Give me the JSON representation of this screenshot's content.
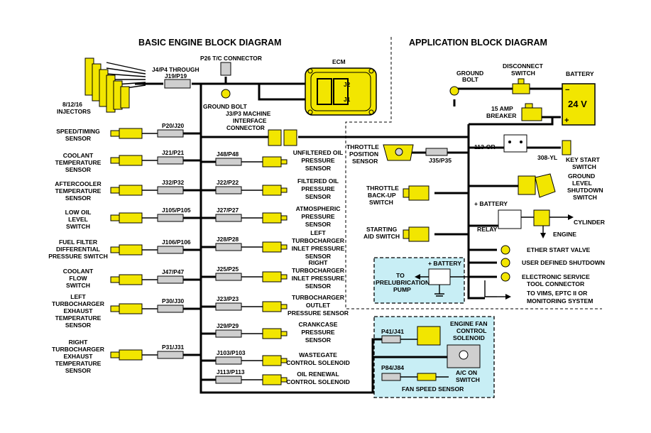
{
  "titles": {
    "basic": "BASIC ENGINE BLOCK DIAGRAM",
    "application": "APPLICATION BLOCK DIAGRAM"
  },
  "top": {
    "p26": "P26 T/C CONNECTOR",
    "ecm": "ECM",
    "j2": "J2",
    "j1": "J1",
    "j4p4_1": "J4/P4 THROUGH",
    "j4p4_2": "J19/P19",
    "ground_bolt_1": "GROUND BOLT",
    "j3p3_1": "J3/P3 MACHINE",
    "j3p3_2": "INTERFACE",
    "j3p3_3": "CONNECTOR",
    "injectors_1": "8/12/16",
    "injectors_2": "INJECTORS"
  },
  "left_sensors": [
    {
      "lines": [
        "SPEED/TIMING",
        "SENSOR"
      ],
      "conn": "P20/J20"
    },
    {
      "lines": [
        "COOLANT",
        "TEMPERATURE",
        "SENSOR"
      ],
      "conn": "J21/P21"
    },
    {
      "lines": [
        "AFTERCOOLER",
        "TEMPERATURE",
        "SENSOR"
      ],
      "conn": "J32/P32"
    },
    {
      "lines": [
        "LOW OIL",
        "LEVEL",
        "SWITCH"
      ],
      "conn": "J105/P105"
    },
    {
      "lines": [
        "FUEL FILTER",
        "DIFFERENTIAL",
        "PRESSURE SWITCH"
      ],
      "conn": "J106/P106"
    },
    {
      "lines": [
        "COOLANT",
        "FLOW",
        "SWITCH"
      ],
      "conn": "J47/P47"
    },
    {
      "lines": [
        "LEFT",
        "TURBOCHARGER",
        "EXHAUST",
        "TEMPERATURE",
        "SENSOR"
      ],
      "conn": "P30/J30"
    },
    {
      "lines": [
        "RIGHT",
        "TURBOCHARGER",
        "EXHAUST",
        "TEMPERATURE",
        "SENSOR"
      ],
      "conn": "P31/J31"
    }
  ],
  "right_sensors": [
    {
      "conn": "J48/P48",
      "lines": [
        "UNFILTERED OIL",
        "PRESSURE",
        "SENSOR"
      ]
    },
    {
      "conn": "J22/P22",
      "lines": [
        "FILTERED OIL",
        "PRESSURE",
        "SENSOR"
      ]
    },
    {
      "conn": "J27/P27",
      "lines": [
        "ATMOSPHERIC",
        "PRESSURE",
        "SENSOR"
      ]
    },
    {
      "conn": "J28/P28",
      "lines": [
        "LEFT",
        "TURBOCHARGER",
        "INLET PRESSURE",
        "SENSOR"
      ]
    },
    {
      "conn": "J25/P25",
      "lines": [
        "RIGHT",
        "TURBOCHARGER",
        "INLET PRESSURE",
        "SENSOR"
      ]
    },
    {
      "conn": "J23/P23",
      "lines": [
        "TURBOCHARGER",
        "OUTLET",
        "PRESSURE SENSOR"
      ]
    },
    {
      "conn": "J29/P29",
      "lines": [
        "CRANKCASE",
        "PRESSURE",
        "SENSOR"
      ]
    },
    {
      "conn": "J103/P103",
      "lines": [
        "WASTEGATE",
        "CONTROL SOLENOID"
      ]
    },
    {
      "conn": "J113/P113",
      "lines": [
        "OIL RENEWAL",
        "CONTROL SOLENOID"
      ]
    }
  ],
  "app": {
    "ground_bolt_1": "GROUND",
    "ground_bolt_2": "BOLT",
    "disconnect_1": "DISCONNECT",
    "disconnect_2": "SWITCH",
    "battery": "BATTERY",
    "battery_voltage": "24 V",
    "minus": "−",
    "plus": "+",
    "breaker_1": "15 AMP",
    "breaker_2": "BREAKER",
    "throttle_pos_1": "THROTTLE",
    "throttle_pos_2": "POSITION",
    "throttle_pos_3": "SENSOR",
    "j35": "J35/P35",
    "wire113": "113-OR",
    "wire308": "308-YL",
    "key_start_1": "KEY START",
    "key_start_2": "SWITCH",
    "throttle_backup_1": "THROTTLE",
    "throttle_backup_2": "BACK-UP",
    "throttle_backup_3": "SWITCH",
    "ground_level_1": "GROUND",
    "ground_level_2": "LEVEL",
    "ground_level_3": "SHUTDOWN",
    "ground_level_4": "SWITCH",
    "plus_battery": "+ BATTERY",
    "cylinder": "CYLINDER",
    "starting_aid_1": "STARTING",
    "starting_aid_2": "AID SWITCH",
    "relay": "RELAY",
    "engine": "ENGINE",
    "ether": "ETHER START VALVE",
    "user_shutdown": "USER DEFINED SHUTDOWN",
    "service_1": "ELECTRONIC SERVICE",
    "service_2": "TOOL CONNECTOR",
    "vims_1": "TO VIMS, EPTC II OR",
    "vims_2": "MONITORING SYSTEM",
    "prelube_battery": "+ BATTERY",
    "prelube_1": "TO",
    "prelube_2": "PRELUBRICATION",
    "prelube_3": "PUMP",
    "p41": "P41/J41",
    "fan_sol_1": "ENGINE FAN",
    "fan_sol_2": "CONTROL",
    "fan_sol_3": "SOLENOID",
    "p84": "P84/J84",
    "ac_1": "A/C ON",
    "ac_2": "SWITCH",
    "fan_speed": "FAN SPEED SENSOR"
  },
  "colors": {
    "sensor": "#f2e600",
    "panel": "#c8eef5",
    "connector": "#cfcfcf"
  }
}
